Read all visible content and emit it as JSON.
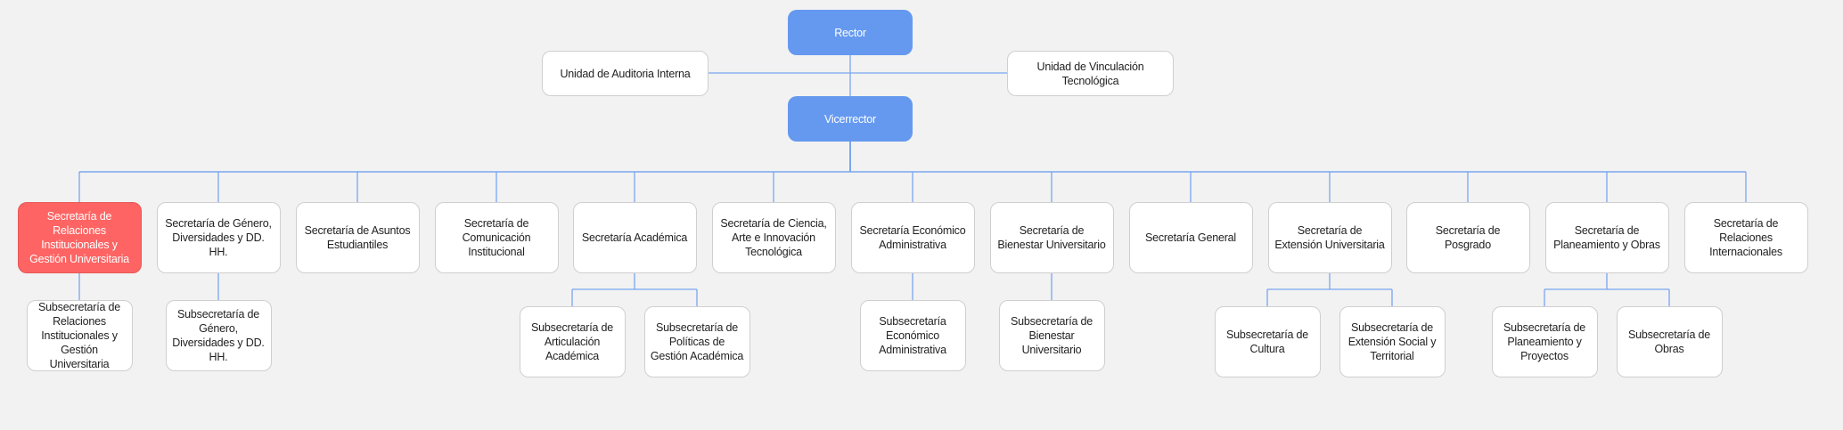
{
  "colors": {
    "background": "#f2f2f2",
    "primary_node": "#6599ef",
    "highlight_node": "#fd6463",
    "connector": "#7aa6f0",
    "card": "#ffffff"
  },
  "rector": {
    "label": "Rector"
  },
  "vicerrector": {
    "label": "Vicerrector"
  },
  "units": [
    {
      "label": "Unidad de Auditoria Interna"
    },
    {
      "label": "Unidad de Vinculación Tecnológica"
    }
  ],
  "secretarias": [
    {
      "label": "Secretaría de Relaciones Institucionales y Gestión Universitaria",
      "highlighted": true,
      "subs": [
        {
          "label": "Subsecretaría de Relaciones Institucionales y Gestión Universitaria"
        }
      ]
    },
    {
      "label": "Secretaría de Género, Diversidades y DD. HH.",
      "subs": [
        {
          "label": "Subsecretaría de Género, Diversidades y DD. HH."
        }
      ]
    },
    {
      "label": "Secretaría de Asuntos Estudiantiles",
      "subs": []
    },
    {
      "label": "Secretaría de Comunicación Institucional",
      "subs": []
    },
    {
      "label": "Secretaría Académica",
      "subs": [
        {
          "label": "Subsecretaría de Articulación Académica"
        },
        {
          "label": "Subsecretaría de Políticas de Gestión Académica"
        }
      ]
    },
    {
      "label": "Secretaría de Ciencia, Arte e Innovación Tecnológica",
      "subs": []
    },
    {
      "label": "Secretaría Económico Administrativa",
      "subs": [
        {
          "label": "Subsecretaría Económico Administrativa"
        }
      ]
    },
    {
      "label": "Secretaría de Bienestar Universitario",
      "subs": [
        {
          "label": "Subsecretaría de Bienestar Universitario"
        }
      ]
    },
    {
      "label": "Secretaría General",
      "subs": []
    },
    {
      "label": "Secretaría de Extensión Universitaria",
      "subs": [
        {
          "label": "Subsecretaría de Cultura"
        },
        {
          "label": "Subsecretaría de Extensión Social y Territorial"
        }
      ]
    },
    {
      "label": "Secretaría de Posgrado",
      "subs": []
    },
    {
      "label": "Secretaría de Planeamiento y Obras",
      "subs": [
        {
          "label": "Subsecretaría de Planeamiento y Proyectos"
        },
        {
          "label": "Subsecretaría de Obras"
        }
      ]
    },
    {
      "label": "Secretaría de Relaciones Internacionales",
      "subs": []
    }
  ]
}
